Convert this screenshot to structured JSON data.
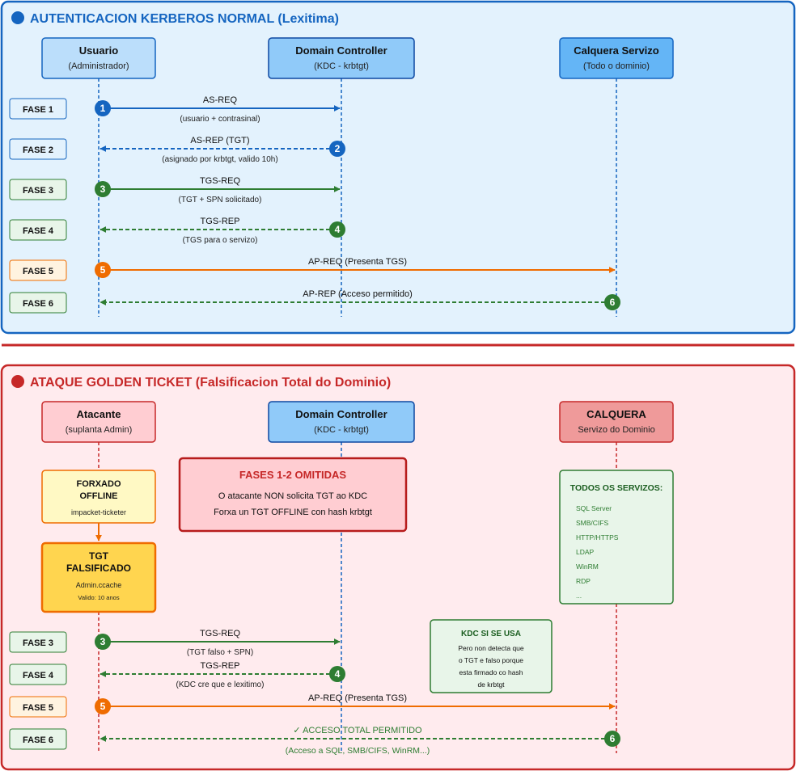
{
  "colors": {
    "blue": "#1565c0",
    "green": "#2e7d32",
    "orange": "#ef6c00",
    "red": "#c62828",
    "top_bg": "#e3f2fd",
    "bottom_bg": "#ffebee"
  },
  "normal": {
    "title": "AUTENTICACION KERBEROS NORMAL (Lexitima)",
    "actors": {
      "user": {
        "name": "Usuario",
        "sub": "(Administrador)"
      },
      "dc": {
        "name": "Domain Controller",
        "sub": "(KDC - krbtgt)"
      },
      "service": {
        "name": "Calquera Servizo",
        "sub": "(Todo o dominio)"
      }
    },
    "phases": [
      "FASE 1",
      "FASE 2",
      "FASE 3",
      "FASE 4",
      "FASE 5",
      "FASE 6"
    ],
    "messages": [
      {
        "num": "1",
        "label": "AS-REQ",
        "sub": "(usuario + contrasinal)"
      },
      {
        "num": "2",
        "label": "AS-REP (TGT)",
        "sub": "(asignado por krbtgt, valido 10h)"
      },
      {
        "num": "3",
        "label": "TGS-REQ",
        "sub": "(TGT + SPN solicitado)"
      },
      {
        "num": "4",
        "label": "TGS-REP",
        "sub": "(TGS para o servizo)"
      },
      {
        "num": "5",
        "label": "AP-REQ (Presenta TGS)",
        "sub": ""
      },
      {
        "num": "6",
        "label": "AP-REP (Acceso permitido)",
        "sub": ""
      }
    ]
  },
  "attack": {
    "title": "ATAQUE GOLDEN TICKET (Falsificacion Total do Dominio)",
    "actors": {
      "attacker": {
        "name": "Atacante",
        "sub": "(suplanta Admin)"
      },
      "dc": {
        "name": "Domain Controller",
        "sub": "(KDC - krbtgt)"
      },
      "service": {
        "name": "CALQUERA",
        "sub": "Servizo do Dominio"
      }
    },
    "forge": {
      "line1": "FORXADO",
      "line2": "OFFLINE",
      "tool": "impacket-ticketer"
    },
    "tgt": {
      "line1": "TGT",
      "line2": "FALSIFICADO",
      "file": "Admin.ccache",
      "validity": "Valido: 10 anos"
    },
    "omitted": {
      "title": "FASES 1-2 OMITIDAS",
      "line1": "O atacante NON solicita TGT ao KDC",
      "line2": "Forxa un TGT OFFLINE con hash krbtgt"
    },
    "services": {
      "title": "TODOS OS SERVIZOS:",
      "items": [
        "SQL Server",
        "SMB/CIFS",
        "HTTP/HTTPS",
        "LDAP",
        "WinRM",
        "RDP",
        "..."
      ]
    },
    "kdc_note": {
      "title": "KDC SI SE USA",
      "lines": [
        "Pero non detecta que",
        "o TGT e falso porque",
        "esta firmado co hash",
        "de krbtgt"
      ]
    },
    "phases": [
      "FASE 3",
      "FASE 4",
      "FASE 5",
      "FASE 6"
    ],
    "messages": [
      {
        "num": "3",
        "label": "TGS-REQ",
        "sub": "(TGT falso + SPN)"
      },
      {
        "num": "4",
        "label": "TGS-REP",
        "sub": "(KDC cre que e lexitimo)"
      },
      {
        "num": "5",
        "label": "AP-REQ (Presenta TGS)",
        "sub": ""
      },
      {
        "num": "6",
        "label": "✓ ACCESO TOTAL PERMITIDO",
        "sub": "(Acceso a SQL, SMB/CIFS, WinRM...)"
      }
    ]
  }
}
